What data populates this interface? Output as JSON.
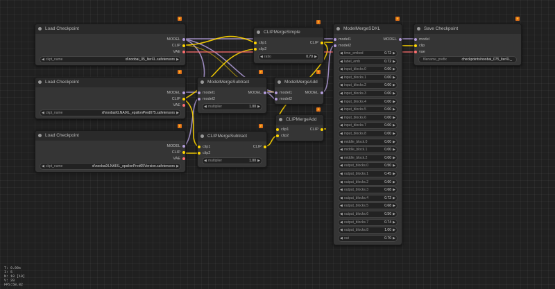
{
  "colors": {
    "model": "#b39ddb",
    "clip": "#ffd500",
    "vae": "#ff6e6e",
    "badge": "#e0701a"
  },
  "nodes": {
    "load1": {
      "title": "Load Checkpoint",
      "ckpt_label": "ckpt_name",
      "ckpt_value": "xl\\noobai_05_lterXL.safetensors"
    },
    "load2": {
      "title": "Load Checkpoint",
      "ckpt_label": "ckpt_name",
      "ckpt_value": "xl\\noobaiXLNAIXL_epsilonPred075.safetensors"
    },
    "load3": {
      "title": "Load Checkpoint",
      "ckpt_label": "ckpt_name",
      "ckpt_value": "xl\\noobaiXLNAIXL_epsilonPred05Version.safetensors"
    },
    "clipsimple": {
      "title": "CLIPMergeSimple",
      "ratio_label": "ratio",
      "ratio_value": "0.70"
    },
    "modelsubtract": {
      "title": "ModelMergeSubtract",
      "mult_label": "multiplier",
      "mult_value": "1.00"
    },
    "clipsubtract": {
      "title": "CLIPMergeSubtract",
      "mult_label": "multiplier",
      "mult_value": "1.00"
    },
    "modeladd": {
      "title": "ModelMergeAdd"
    },
    "clipadd": {
      "title": "CLIPMergeAdd"
    },
    "sdxl": {
      "title": "ModelMergeSDXL",
      "rows": [
        {
          "label": "time_embed",
          "value": "0.72"
        },
        {
          "label": "label_emb",
          "value": "0.72"
        },
        {
          "label": "input_blocks.0",
          "value": "0.00"
        },
        {
          "label": "input_blocks.1",
          "value": "0.00"
        },
        {
          "label": "input_blocks.2",
          "value": "0.00"
        },
        {
          "label": "input_blocks.3",
          "value": "0.00"
        },
        {
          "label": "input_blocks.4",
          "value": "0.00"
        },
        {
          "label": "input_blocks.5",
          "value": "0.00"
        },
        {
          "label": "input_blocks.6",
          "value": "0.00"
        },
        {
          "label": "input_blocks.7",
          "value": "0.00"
        },
        {
          "label": "input_blocks.8",
          "value": "0.00"
        },
        {
          "label": "middle_block.0",
          "value": "0.00"
        },
        {
          "label": "middle_block.1",
          "value": "0.00"
        },
        {
          "label": "middle_block.2",
          "value": "0.00"
        },
        {
          "label": "output_blocks.0",
          "value": "0.50"
        },
        {
          "label": "output_blocks.1",
          "value": "0.45"
        },
        {
          "label": "output_blocks.2",
          "value": "0.60"
        },
        {
          "label": "output_blocks.3",
          "value": "0.68"
        },
        {
          "label": "output_blocks.4",
          "value": "0.72"
        },
        {
          "label": "output_blocks.5",
          "value": "0.68"
        },
        {
          "label": "output_blocks.6",
          "value": "0.56"
        },
        {
          "label": "output_blocks.7",
          "value": "0.74"
        },
        {
          "label": "output_blocks.8",
          "value": "1.00"
        },
        {
          "label": "out",
          "value": "0.70"
        }
      ]
    },
    "save": {
      "title": "Save Checkpoint",
      "prefix_label": "filename_prefix",
      "prefix_value": "checkpoints/noobai_075_lterXL_"
    }
  },
  "labels": {
    "model": "MODEL",
    "clip": "CLIP",
    "vae": "VAE",
    "model1": "model1",
    "model2": "model2",
    "clip1": "clip1",
    "clip2": "clip2",
    "model_l": "model",
    "clip_l": "clip",
    "vae_l": "vae"
  },
  "arrows": {
    "left": "◀",
    "right": "▶"
  },
  "stats": [
    "T: 0.00s",
    "I: 5",
    "N: 10 [10]",
    "V: 20",
    "FPS:58.82"
  ]
}
